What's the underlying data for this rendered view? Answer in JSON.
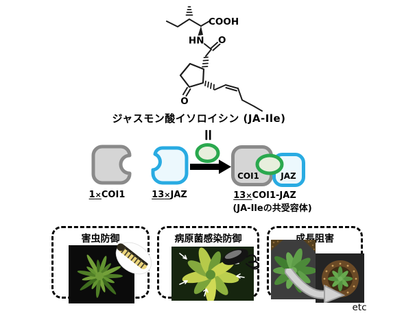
{
  "title": "ジャスモン酸イソロイシン (JA-Ile)",
  "equals_symbol": "=",
  "molecule": {
    "cooh": "COOH",
    "hn": "HN",
    "amide_o": "O",
    "ketone_o": "O"
  },
  "reaction": {
    "coi1": {
      "count": "1",
      "times": "×",
      "name": "COI1"
    },
    "jaz": {
      "count": "13",
      "times": "×",
      "name": "JAZ"
    },
    "complex": {
      "count": "13",
      "times": "×",
      "name": "COI1-JAZ",
      "sublabel": "(JA-Ileの共受容体)"
    },
    "complex_parts": {
      "coi1": "COI1",
      "jaz": "JAZ"
    }
  },
  "outcomes": [
    {
      "title": "害虫防御"
    },
    {
      "title": "病原菌感染防御"
    },
    {
      "title": "成長阻害"
    }
  ],
  "etc_label": "etc",
  "colors": {
    "coi1_fill": "#d5d5d5",
    "coi1_border": "#8a8a8a",
    "jaz_fill": "#ecf8fd",
    "jaz_border": "#29abe2",
    "ja_ile_fill": "#e7efdd",
    "ja_ile_border": "#2aa84e",
    "arrow": "#000000"
  }
}
